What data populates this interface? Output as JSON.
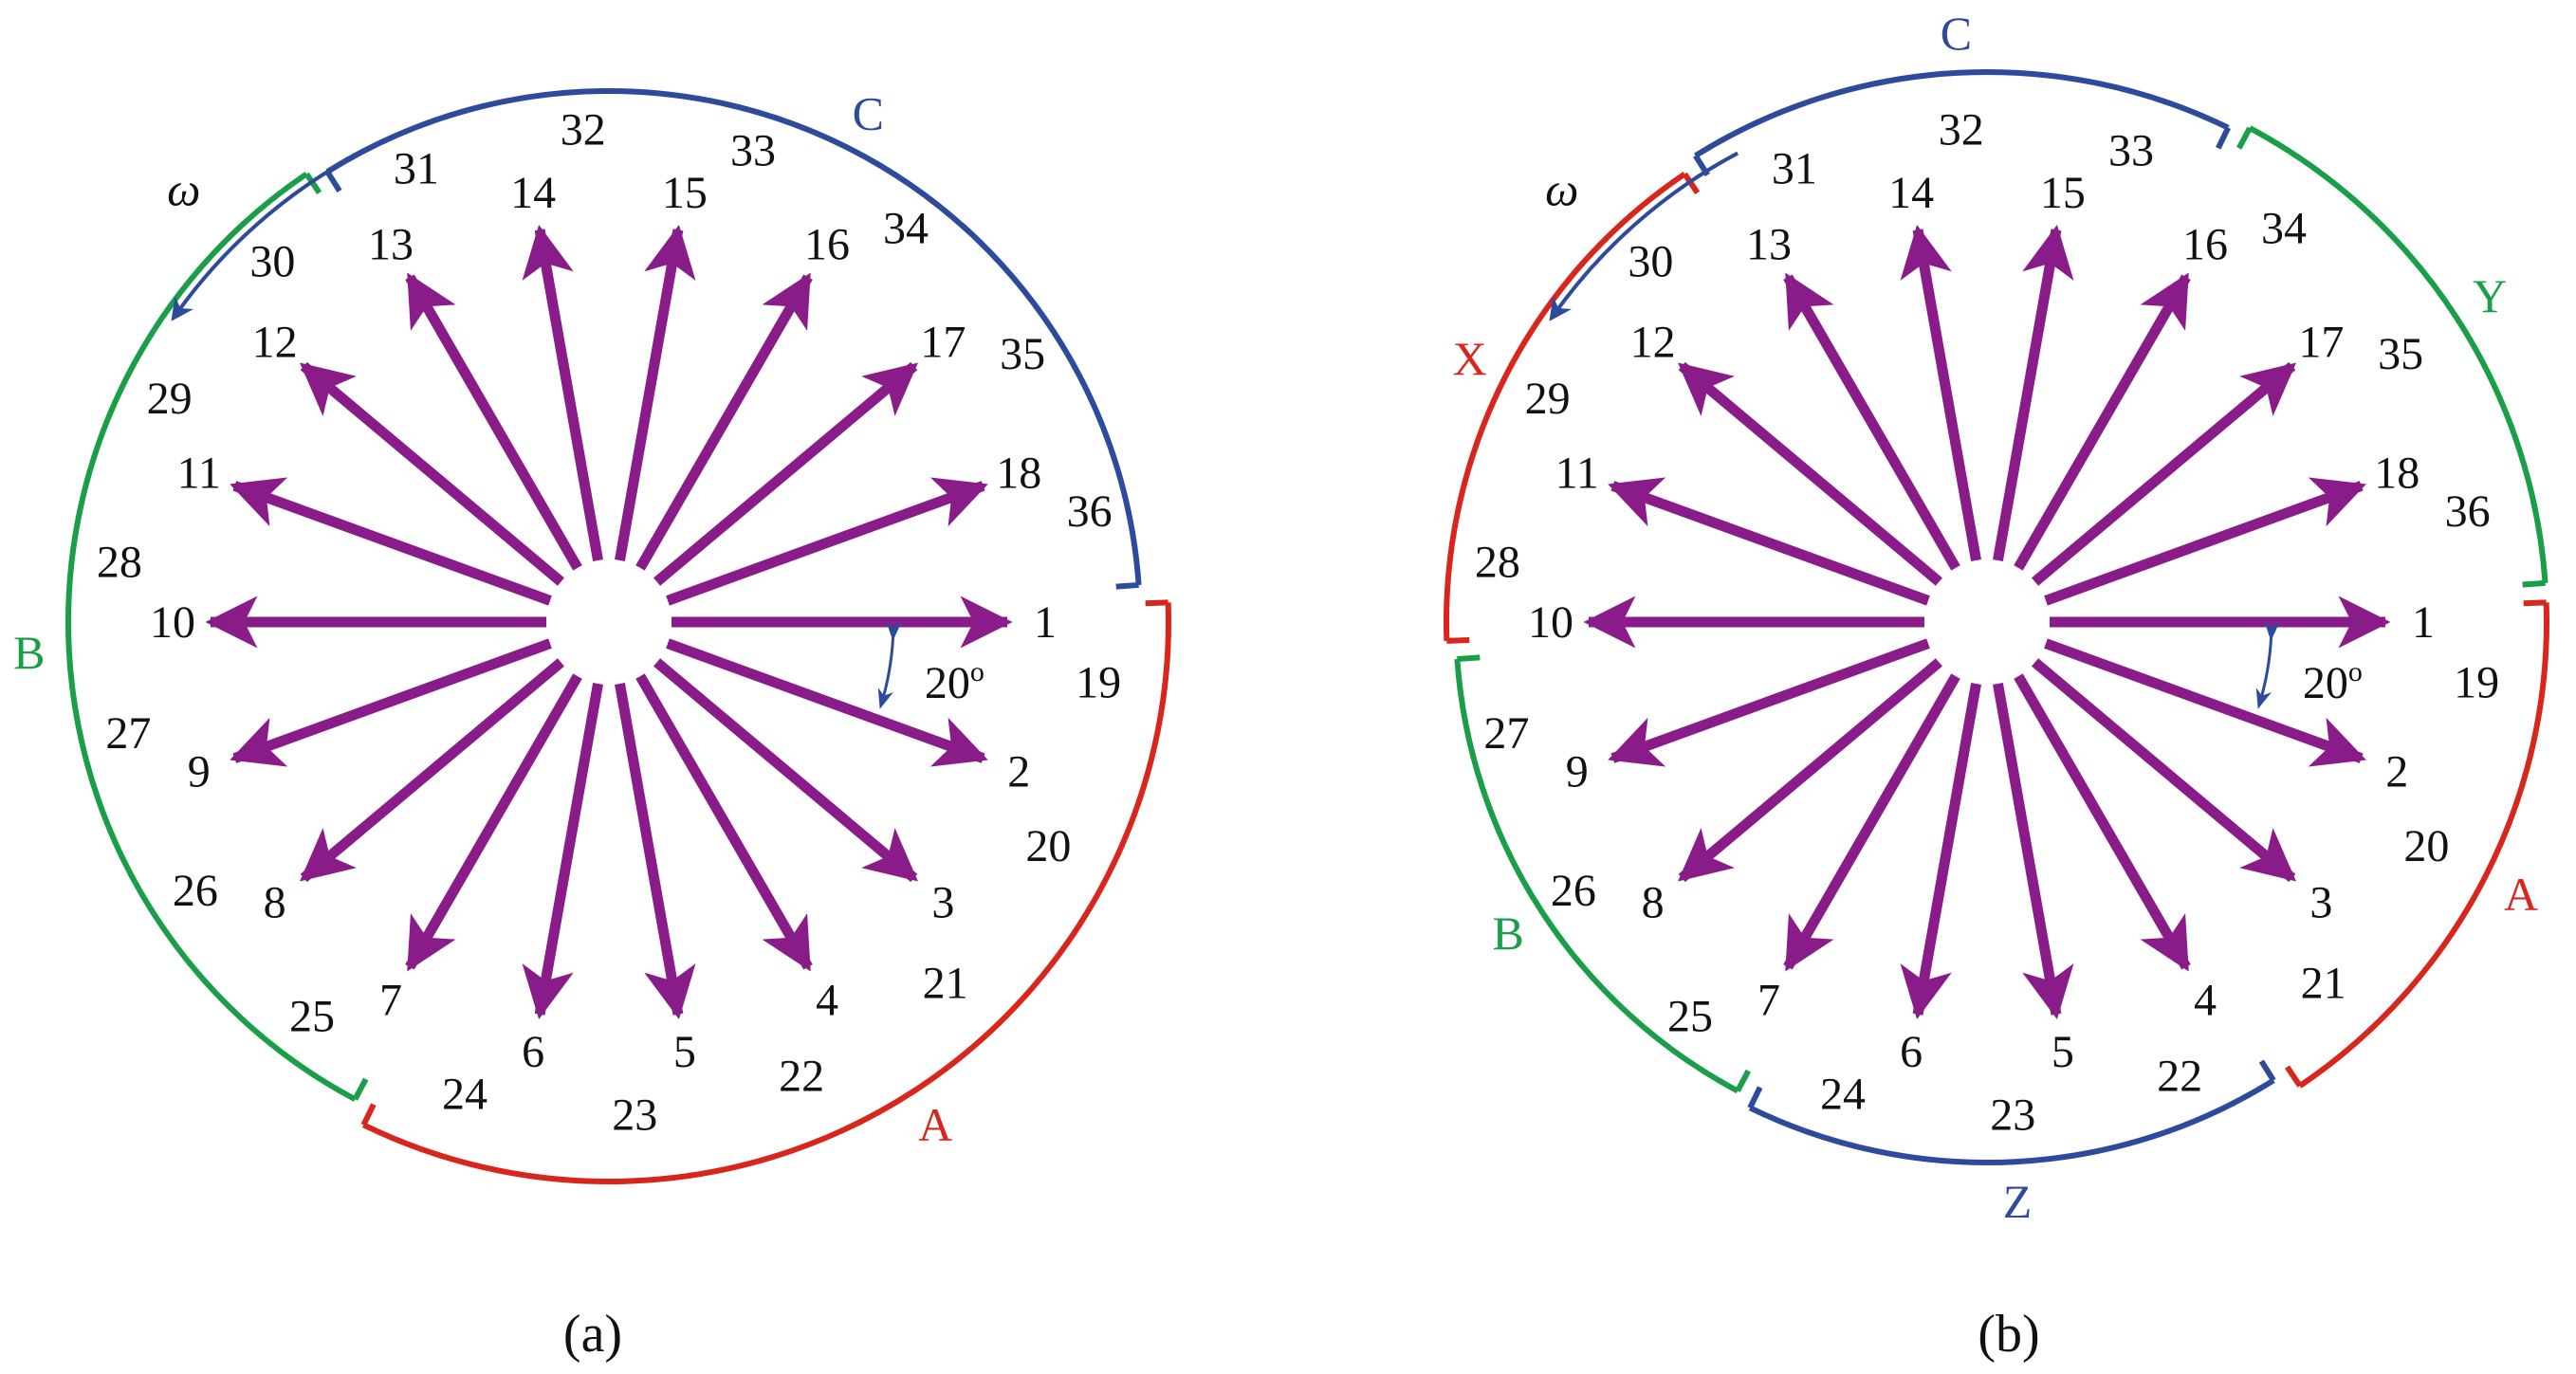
{
  "colors": {
    "arrow": "#8a1c8a",
    "phase_a": "#d9261c",
    "phase_b": "#1a9e48",
    "phase_c": "#2e4a9c",
    "omega_arrow": "#2e4a9c",
    "angle_marker": "#2e4a9c",
    "text": "#111111"
  },
  "phasor_count": 18,
  "phasor_step_deg": 20,
  "phase_colors": {
    "A": "phase_a",
    "X": "phase_a",
    "B": "phase_b",
    "Y": "phase_b",
    "C": "phase_c",
    "Z": "phase_c"
  },
  "panels": [
    {
      "id": "a",
      "caption": "(a)",
      "omega_label": "ω",
      "angle_label": "20",
      "angle_unit": "o",
      "inner_labels": [
        "1",
        "2",
        "3",
        "4",
        "5",
        "6",
        "7",
        "8",
        "9",
        "10",
        "11",
        "12",
        "13",
        "14",
        "15",
        "16",
        "17",
        "18"
      ],
      "outer_labels": [
        "19",
        "20",
        "21",
        "22",
        "23",
        "24",
        "25",
        "26",
        "27",
        "28",
        "29",
        "30",
        "31",
        "32",
        "33",
        "34",
        "35",
        "36"
      ],
      "phase_bands": [
        {
          "label": "A",
          "from_slot": 19,
          "to_slot": 24
        },
        {
          "label": "B",
          "from_slot": 25,
          "to_slot": 30
        },
        {
          "label": "C",
          "from_slot": 31,
          "to_slot": 36
        }
      ]
    },
    {
      "id": "b",
      "caption": "(b)",
      "omega_label": "ω",
      "angle_label": "20",
      "angle_unit": "o",
      "inner_labels": [
        "1",
        "2",
        "3",
        "4",
        "5",
        "6",
        "7",
        "8",
        "9",
        "10",
        "11",
        "12",
        "13",
        "14",
        "15",
        "16",
        "17",
        "18"
      ],
      "outer_labels": [
        "19",
        "20",
        "21",
        "22",
        "23",
        "24",
        "25",
        "26",
        "27",
        "28",
        "29",
        "30",
        "31",
        "32",
        "33",
        "34",
        "35",
        "36"
      ],
      "phase_bands": [
        {
          "label": "A",
          "from_slot": 19,
          "to_slot": 21
        },
        {
          "label": "Z",
          "from_slot": 22,
          "to_slot": 24
        },
        {
          "label": "B",
          "from_slot": 25,
          "to_slot": 27
        },
        {
          "label": "X",
          "from_slot": 28,
          "to_slot": 30
        },
        {
          "label": "C",
          "from_slot": 31,
          "to_slot": 33
        },
        {
          "label": "Y",
          "from_slot": 34,
          "to_slot": 36
        }
      ]
    }
  ]
}
